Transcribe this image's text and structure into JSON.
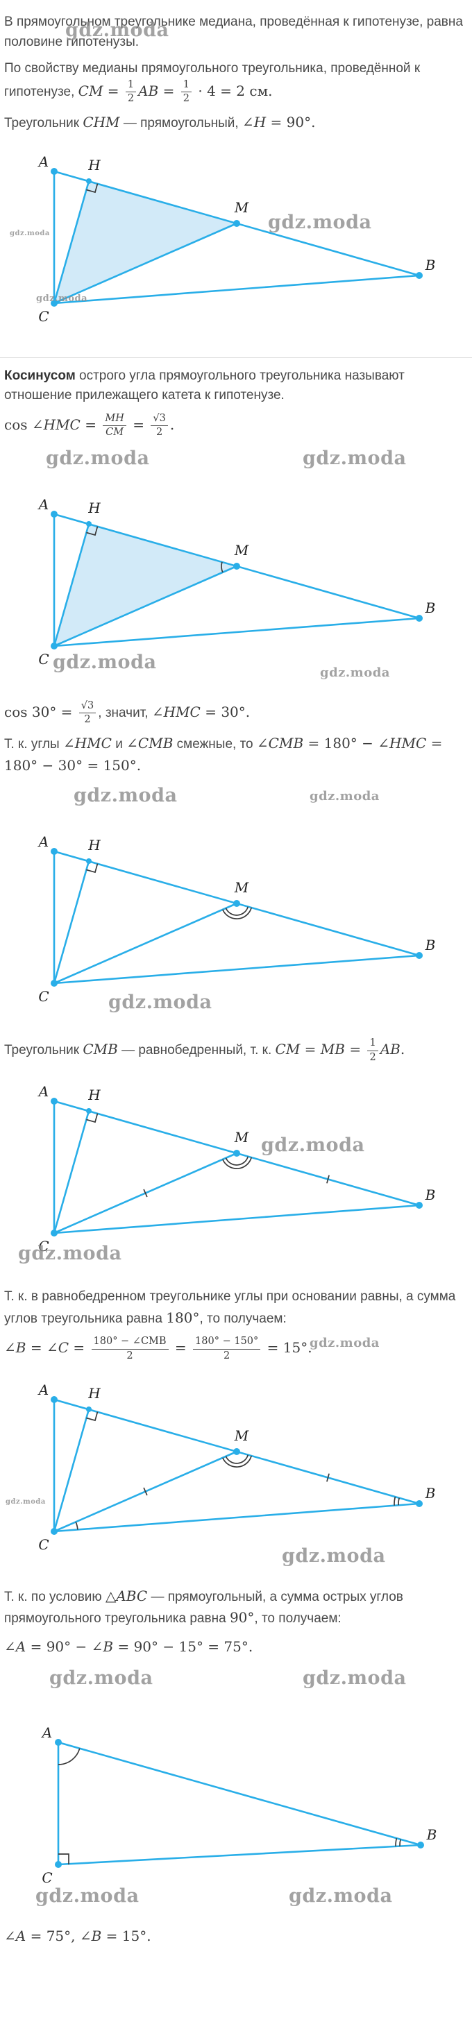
{
  "watermark": "gdz.moda",
  "vertex_labels": {
    "A": "A",
    "B": "B",
    "C": "C",
    "H": "H",
    "M": "M"
  },
  "paragraphs": {
    "p1": [
      {
        "t": "В прямоугольном треугольнике медиана, проведённая к гипотенузе, равна половине гипотенузы."
      }
    ],
    "p2": [
      {
        "t": "По свойству медианы прямоугольного треугольника, проведённой к гипотенузе, "
      },
      {
        "t": "CM",
        "i": 1
      },
      {
        "t": " = ",
        "m": 1
      },
      {
        "frac": [
          "1",
          "2"
        ]
      },
      {
        "t": "AB",
        "i": 1
      },
      {
        "t": " = ",
        "m": 1
      },
      {
        "frac": [
          "1",
          "2"
        ]
      },
      {
        "t": " · 4 = 2 см.",
        "m": 1
      }
    ],
    "p3": [
      {
        "t": "Треугольник "
      },
      {
        "t": "CHM",
        "i": 1
      },
      {
        "t": " — прямоугольный, "
      },
      {
        "t": "∠",
        "m": 1
      },
      {
        "t": "H",
        "i": 1
      },
      {
        "t": " = 90°.",
        "m": 1
      }
    ],
    "p4": [
      {
        "t": "Косинусом",
        "b": 1
      },
      {
        "t": " острого угла прямоугольного треугольника называют отношение прилежащего катета к гипотенузе."
      }
    ],
    "p5": [
      {
        "t": "cos ",
        "m": 1
      },
      {
        "t": "∠",
        "m": 1
      },
      {
        "t": "HMC",
        "i": 1
      },
      {
        "t": " = ",
        "m": 1
      },
      {
        "frac": [
          "MH",
          "CM"
        ],
        "fi": 1
      },
      {
        "t": " = ",
        "m": 1
      },
      {
        "frac": [
          "√3",
          "2"
        ]
      },
      {
        "t": ".",
        "m": 1
      }
    ],
    "p6": [
      {
        "t": "cos 30° = ",
        "m": 1
      },
      {
        "frac": [
          "√3",
          "2"
        ]
      },
      {
        "t": ", значит, "
      },
      {
        "t": "∠",
        "m": 1
      },
      {
        "t": "HMC",
        "i": 1
      },
      {
        "t": " = 30°.",
        "m": 1
      }
    ],
    "p7": [
      {
        "t": "Т. к. углы "
      },
      {
        "t": "∠",
        "m": 1
      },
      {
        "t": "HMC",
        "i": 1
      },
      {
        "t": " и "
      },
      {
        "t": "∠",
        "m": 1
      },
      {
        "t": "CMB",
        "i": 1
      },
      {
        "t": " смежные, то "
      },
      {
        "t": "∠",
        "m": 1
      },
      {
        "t": "CMB",
        "i": 1
      },
      {
        "t": " = 180° − ",
        "m": 1
      },
      {
        "t": "∠",
        "m": 1
      },
      {
        "t": "HMC",
        "i": 1
      },
      {
        "t": " = 180° − 30° = 150°.",
        "m": 1
      }
    ],
    "p8": [
      {
        "t": "Треугольник "
      },
      {
        "t": "CMB",
        "i": 1
      },
      {
        "t": " — равнобедренный, т. к. "
      },
      {
        "t": "CM",
        "i": 1
      },
      {
        "t": " = ",
        "m": 1
      },
      {
        "t": "MB",
        "i": 1
      },
      {
        "t": " = ",
        "m": 1
      },
      {
        "frac": [
          "1",
          "2"
        ]
      },
      {
        "t": "AB",
        "i": 1
      },
      {
        "t": ".",
        "m": 1
      }
    ],
    "p9": [
      {
        "t": "Т. к. в равнобедренном треугольнике углы при основании равны, а сумма углов треугольника равна "
      },
      {
        "t": "180°",
        "m": 1
      },
      {
        "t": ", то получаем:"
      }
    ],
    "p10": [
      {
        "t": "∠",
        "m": 1
      },
      {
        "t": "B",
        "i": 1
      },
      {
        "t": " = ",
        "m": 1
      },
      {
        "t": "∠",
        "m": 1
      },
      {
        "t": "C",
        "i": 1
      },
      {
        "t": " = ",
        "m": 1
      },
      {
        "frac": [
          "180° − ∠CMB",
          "2"
        ]
      },
      {
        "t": " = ",
        "m": 1
      },
      {
        "frac": [
          "180° − 150°",
          "2"
        ]
      },
      {
        "t": " = 15°.",
        "m": 1
      }
    ],
    "p11": [
      {
        "t": "Т. к. по условию "
      },
      {
        "t": "△",
        "m": 1
      },
      {
        "t": "ABC",
        "i": 1
      },
      {
        "t": " — прямоугольный, а сумма острых углов прямоугольного треугольника равна "
      },
      {
        "t": "90°",
        "m": 1
      },
      {
        "t": ", то получаем:"
      }
    ],
    "p12": [
      {
        "t": "∠",
        "m": 1
      },
      {
        "t": "A",
        "i": 1
      },
      {
        "t": " = 90° − ",
        "m": 1
      },
      {
        "t": "∠",
        "m": 1
      },
      {
        "t": "B",
        "i": 1
      },
      {
        "t": " = 90° − 15° = 75°.",
        "m": 1
      }
    ],
    "p13": [
      {
        "t": "∠",
        "m": 1
      },
      {
        "t": "A",
        "i": 1
      },
      {
        "t": " = 75°, ",
        "m": 1
      },
      {
        "t": "∠",
        "m": 1
      },
      {
        "t": "B",
        "i": 1
      },
      {
        "t": " = 15°.",
        "m": 1
      }
    ]
  }
}
